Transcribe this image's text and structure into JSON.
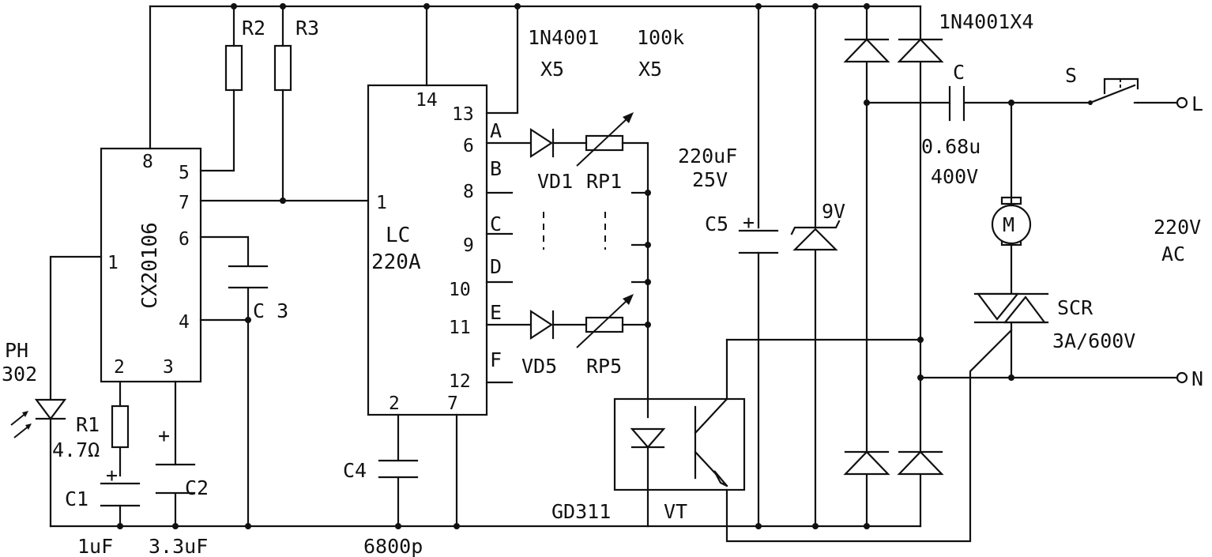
{
  "labels": {
    "r2": "R2",
    "r3": "R3",
    "diode_note1": "1N4001",
    "diode_note2": "X5",
    "pot_note1": "100k",
    "pot_note2": "X5",
    "bridge_note": "1N4001X4",
    "cap_c": "C",
    "cap_c_value1": "0.68u",
    "cap_c_value2": "400V",
    "switch_s": "S",
    "line_l": "L",
    "line_n": "N",
    "c5_value1": "220uF",
    "c5_value2": "25V",
    "c5": "C5",
    "zener_9v": "9V",
    "motor_m": "M",
    "ac_1": "220V",
    "ac_2": "AC",
    "scr": "SCR",
    "scr_rating": "3A/600V",
    "ic1_name": "CX20106",
    "ic2_name_1": "LC",
    "ic2_name_2": "220A",
    "c3": "C 3",
    "ph_1": "PH",
    "ph_2": "302",
    "r1": "R1",
    "r1_value": "4.7Ω",
    "c1": "C1",
    "c2": "C2",
    "c1_value": "1uF",
    "c2_value": "3.3uF",
    "c4": "C4",
    "c4_value": "6800p",
    "gd311": "GD311",
    "vt": "VT",
    "vd1": "VD1",
    "rp1": "RP1",
    "vd5": "VD5",
    "rp5": "RP5"
  },
  "ic1_pins": {
    "p8": "8",
    "p5": "5",
    "p7": "7",
    "p6": "6",
    "p1": "1",
    "p4": "4",
    "p2": "2",
    "p3": "3"
  },
  "ic2_pins": {
    "p14": "14",
    "p13": "13",
    "p6": "6",
    "p8": "8",
    "p9": "9",
    "p10": "10",
    "p11": "11",
    "p12": "12",
    "p1": "1",
    "p2": "2",
    "p7": "7"
  },
  "ic2_outputs": [
    "A",
    "B",
    "C",
    "D",
    "E",
    "F"
  ]
}
